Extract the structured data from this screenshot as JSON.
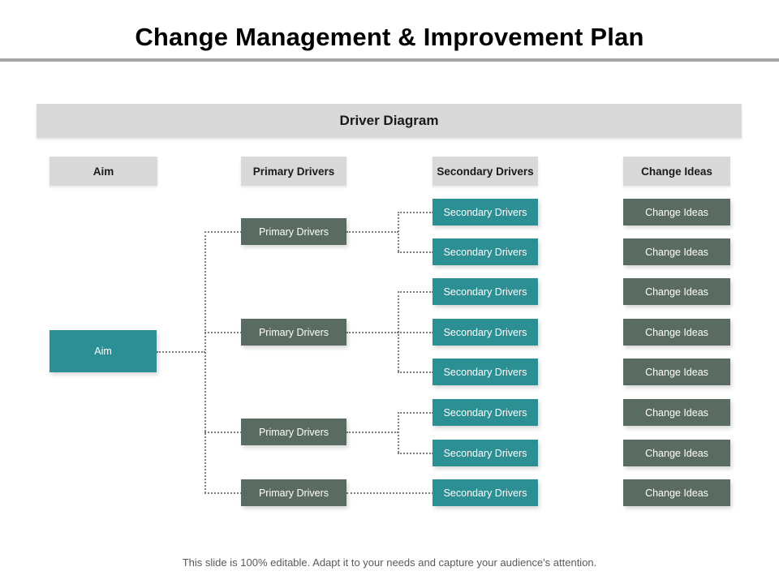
{
  "slide": {
    "title": "Change Management & Improvement Plan",
    "footer_note": "This slide is 100% editable. Adapt it to your needs and capture your audience's attention."
  },
  "diagram": {
    "banner_label": "Driver Diagram",
    "columns": [
      {
        "key": "aim",
        "header": "Aim"
      },
      {
        "key": "primary",
        "header": "Primary Drivers"
      },
      {
        "key": "secondary",
        "header": "Secondary Drivers"
      },
      {
        "key": "change",
        "header": "Change Ideas"
      }
    ],
    "aim_nodes": [
      {
        "label": "Aim"
      }
    ],
    "primary_nodes": [
      {
        "label": "Primary Drivers"
      },
      {
        "label": "Primary Drivers"
      },
      {
        "label": "Primary Drivers"
      },
      {
        "label": "Primary Drivers"
      }
    ],
    "secondary_nodes": [
      {
        "label": "Secondary Drivers"
      },
      {
        "label": "Secondary Drivers"
      },
      {
        "label": "Secondary Drivers"
      },
      {
        "label": "Secondary Drivers"
      },
      {
        "label": "Secondary Drivers"
      },
      {
        "label": "Secondary Drivers"
      },
      {
        "label": "Secondary Drivers"
      },
      {
        "label": "Secondary Drivers"
      }
    ],
    "change_nodes": [
      {
        "label": "Change Ideas"
      },
      {
        "label": "Change Ideas"
      },
      {
        "label": "Change Ideas"
      },
      {
        "label": "Change Ideas"
      },
      {
        "label": "Change Ideas"
      },
      {
        "label": "Change Ideas"
      },
      {
        "label": "Change Ideas"
      },
      {
        "label": "Change Ideas"
      }
    ]
  },
  "colors": {
    "teal": "#2c8f94",
    "slate": "#5a6b62",
    "header_gray": "#d9d9d9",
    "rule_gray": "#a6a6a6",
    "connector_gray": "#808080",
    "title_text": "#000000",
    "footer_text": "#595959"
  }
}
